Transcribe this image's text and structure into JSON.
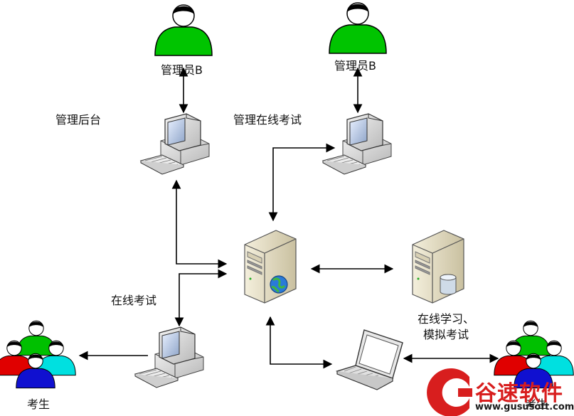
{
  "labels": {
    "admin_a": "管理员B",
    "admin_b": "管理员B",
    "backend": "管理后台",
    "manage_exam": "管理在线考试",
    "online_exam": "在线考试",
    "study_line1": "在线学习、",
    "study_line2": "模拟考试",
    "examinee_left": "考生",
    "examinee_right": "考生"
  },
  "watermark": {
    "brand": "谷速软件",
    "url": "www.gususoft.com"
  },
  "colors": {
    "admin_green": "#00c400",
    "examinee_red": "#e00000",
    "examinee_green": "#00c000",
    "examinee_cyan": "#00e0e0",
    "examinee_blue": "#1010d0",
    "watermark_red": "#d81e1e"
  }
}
